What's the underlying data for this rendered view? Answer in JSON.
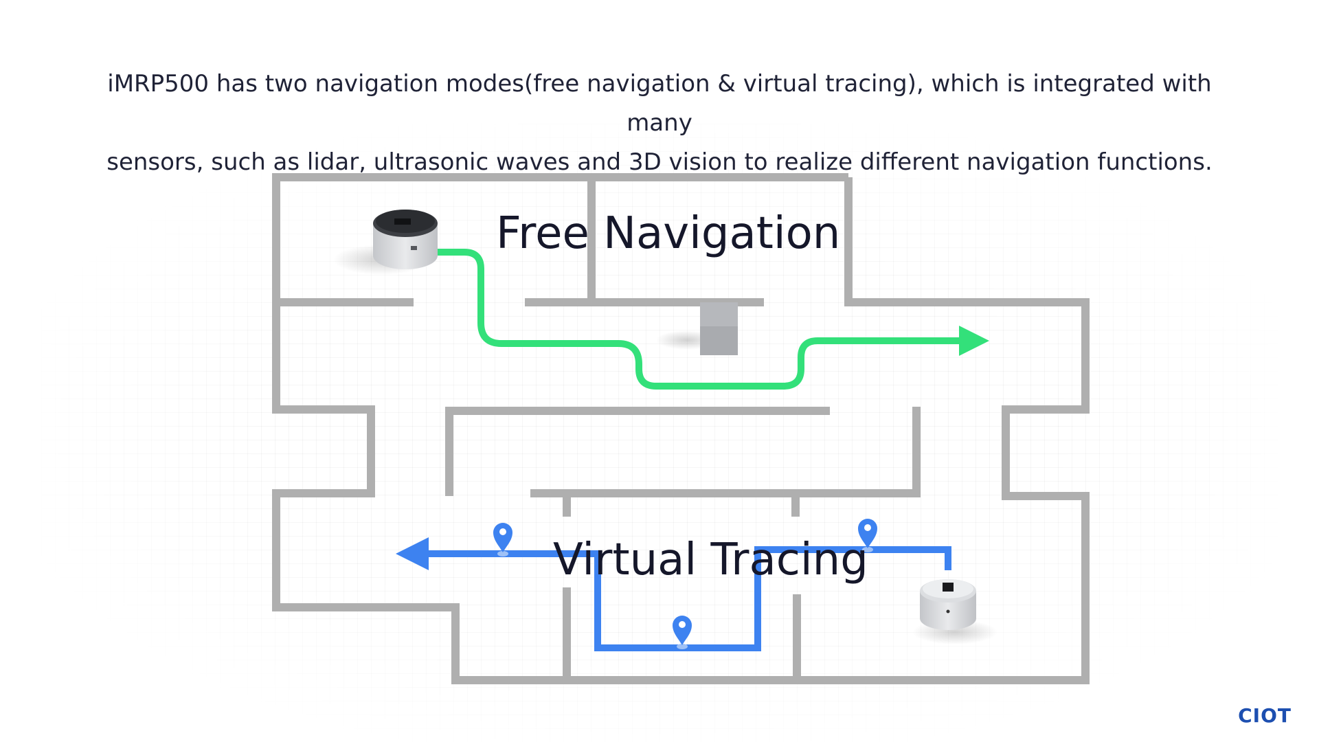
{
  "description": {
    "line1": "iMRP500 has two navigation modes(free navigation & virtual tracing), which is integrated with many",
    "line2": "sensors, such as lidar, ultrasonic waves and 3D vision to realize different navigation functions."
  },
  "diagram": {
    "free_navigation_label": "Free Navigation",
    "virtual_tracing_label": "Virtual Tracing"
  },
  "logo": {
    "text": "CIOT"
  },
  "colors": {
    "free_path": "#33e07a",
    "virtual_path": "#3d82f0",
    "wall": "#afafaf",
    "text": "#1f2236",
    "logo": "#1d4fb0"
  }
}
